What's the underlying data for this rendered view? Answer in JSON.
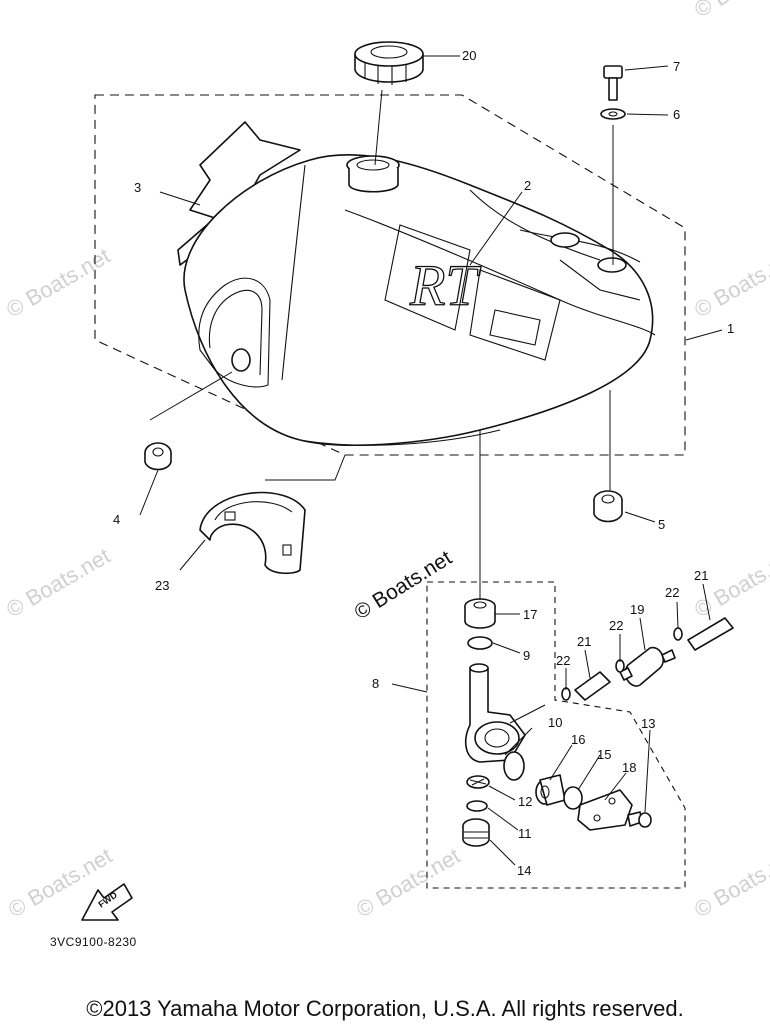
{
  "diagram": {
    "callouts": {
      "p1": "1",
      "p2": "2",
      "p3": "3",
      "p4": "4",
      "p5": "5",
      "p6": "6",
      "p7": "7",
      "p8": "8",
      "p9": "9",
      "p10": "10",
      "p11": "11",
      "p12": "12",
      "p13": "13",
      "p14": "14",
      "p15": "15",
      "p16": "16",
      "p17": "17",
      "p18": "18",
      "p19": "19",
      "p20": "20",
      "p21a": "21",
      "p21b": "21",
      "p22a": "22",
      "p22b": "22",
      "p22c": "22",
      "p23": "23"
    },
    "tank_emblem": "RT",
    "fwd_label": "FWD",
    "drawing_code": "3VC9100-8230",
    "watermark_main": "© Boats.net",
    "watermark_faint": "© Boats.net"
  },
  "footer": {
    "copyright": "©2013 Yamaha Motor Corporation, U.S.A. All rights reserved."
  }
}
